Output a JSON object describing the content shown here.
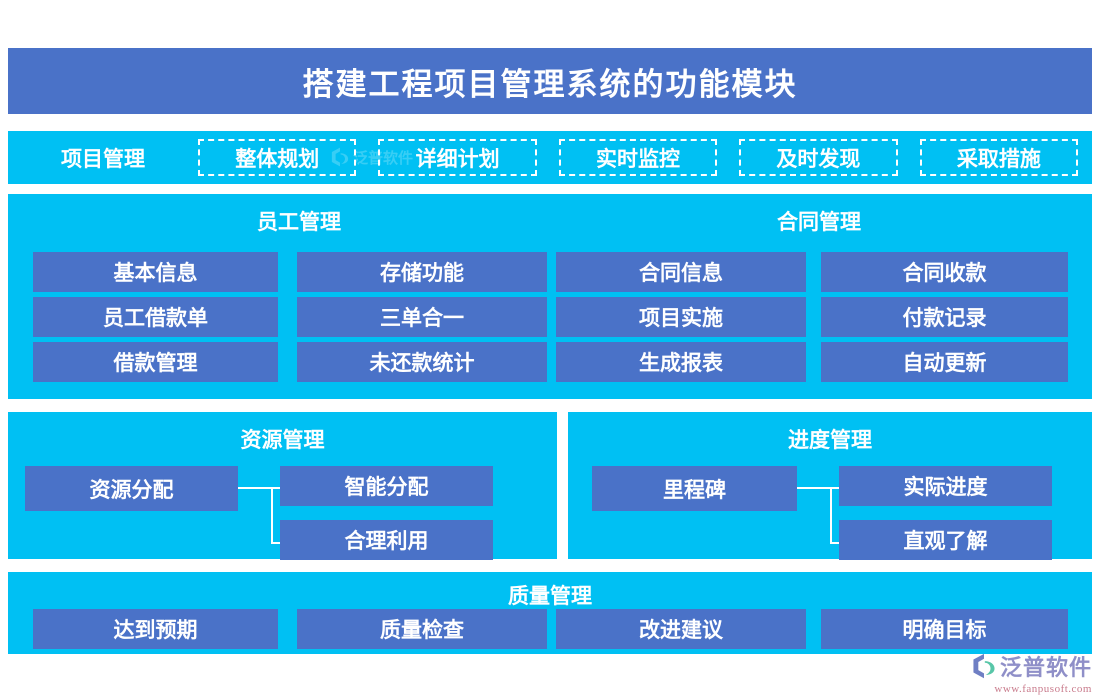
{
  "colors": {
    "header_blue": "#4a72c8",
    "panel_cyan": "#00c0f3",
    "box_blue": "#4a72c8",
    "text_white": "#ffffff",
    "page_background": "#ffffff"
  },
  "header": {
    "title": "搭建工程项目管理系统的功能模块"
  },
  "flow_bar": {
    "lead_label": "项目管理",
    "chips": [
      {
        "label": "整体规划"
      },
      {
        "label": "详细计划"
      },
      {
        "label": "实时监控"
      },
      {
        "label": "及时发现"
      },
      {
        "label": "采取措施"
      }
    ]
  },
  "panels": {
    "top": {
      "group_titles": [
        {
          "label": "员工管理"
        },
        {
          "label": "合同管理"
        }
      ],
      "columns": [
        {
          "items": [
            "基本信息",
            "员工借款单",
            "借款管理"
          ]
        },
        {
          "items": [
            "存储功能",
            "三单合一",
            "未还款统计"
          ]
        },
        {
          "items": [
            "合同信息",
            "项目实施",
            "生成报表"
          ]
        },
        {
          "items": [
            "合同收款",
            "付款记录",
            "自动更新"
          ]
        }
      ]
    },
    "resource": {
      "title": "资源管理",
      "parent": "资源分配",
      "children": [
        "智能分配",
        "合理利用"
      ]
    },
    "progress": {
      "title": "进度管理",
      "parent": "里程碑",
      "children": [
        "实际进度",
        "直观了解"
      ]
    },
    "quality": {
      "title": "质量管理",
      "items": [
        "达到预期",
        "质量检查",
        "改进建议",
        "明确目标"
      ]
    }
  },
  "branding": {
    "logo_name": "泛普软件",
    "logo_url": "www.fanpusoft.com",
    "watermark_text": "泛普软件"
  }
}
